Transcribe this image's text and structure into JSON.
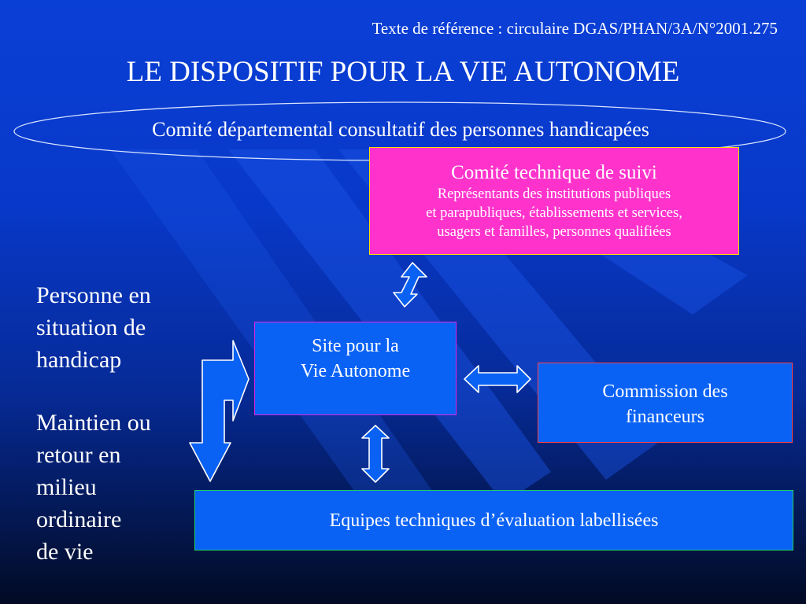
{
  "header": {
    "reference": "Texte de référence : circulaire DGAS/PHAN/3A/N°2001.275",
    "title": "LE DISPOSITIF POUR LA VIE AUTONOME"
  },
  "diagram": {
    "ellipse_label": "Comité départemental consultatif des personnes handicapées",
    "comite_technique": {
      "title": "Comité technique de suivi",
      "line1": "Représentants des institutions publiques",
      "line2": "et parapubliques, établissements et services,",
      "line3": "usagers et familles, personnes qualifiées"
    },
    "site": {
      "line1": "Site pour la",
      "line2": "Vie Autonome"
    },
    "commission": {
      "line1": "Commission des",
      "line2": "financeurs"
    },
    "equipes": "Equipes techniques d’évaluation labellisées"
  },
  "left_panel": {
    "person": [
      "Personne en",
      "situation de",
      "handicap"
    ],
    "maintien": [
      "Maintien ou",
      "retour en",
      "milieu",
      "ordinaire",
      "de vie"
    ]
  },
  "colors": {
    "background": "#0a3fd6",
    "box_fill": "#0a62f5",
    "pink": "#ff33cc",
    "arrow_fill": "#0a62f5"
  }
}
